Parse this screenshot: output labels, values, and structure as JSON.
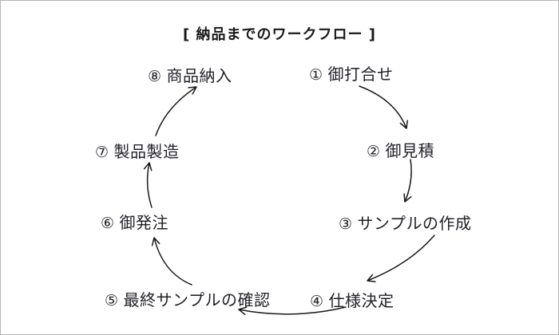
{
  "diagram": {
    "title": "[ 納品までのワークフロー ]",
    "steps": [
      {
        "num": "①",
        "label": "御打合せ"
      },
      {
        "num": "②",
        "label": "御見積"
      },
      {
        "num": "③",
        "label": "サンプルの作成"
      },
      {
        "num": "④",
        "label": "仕様決定"
      },
      {
        "num": "⑤",
        "label": "最終サンプルの確認"
      },
      {
        "num": "⑥",
        "label": "御発注"
      },
      {
        "num": "⑦",
        "label": "製品製造"
      },
      {
        "num": "⑧",
        "label": "商品納入"
      }
    ],
    "colors": {
      "text": "#21212b",
      "arrow": "#1a1a1a",
      "border": "#b5b5b5",
      "background": "#ffffff"
    }
  }
}
